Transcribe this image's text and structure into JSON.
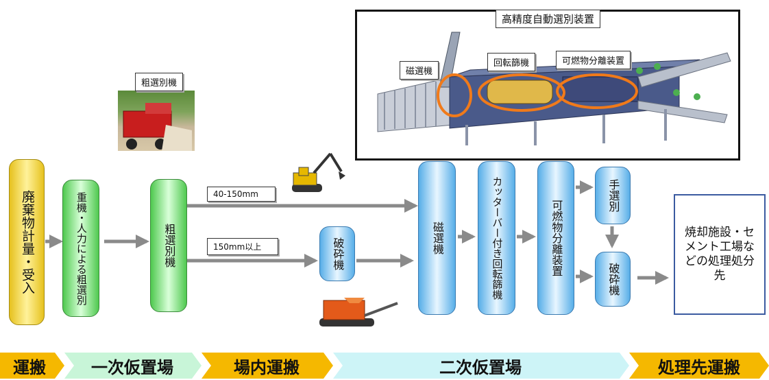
{
  "machine_panel": {
    "title": "高精度自動選別装置",
    "magnet_label": "磁選機",
    "trommel_label": "回転篩機",
    "separator_label": "可燃物分離装置"
  },
  "coarse_photo_label": "粗選別機",
  "flow": {
    "receive": "廃棄物計量・受入",
    "primary_sort": "重機・人力による粗選別",
    "coarse_sort": "粗選別機",
    "route_40_150": "40-150mm",
    "route_150_up": "150mm以上",
    "crusher_1": "破砕機",
    "magnet": "磁選機",
    "cutter_trommel": "カッターバー付き回転篩機",
    "combustible_sep": "可燃物分離装置",
    "hand_sort": "手選別",
    "crusher_2": "破砕機",
    "destination": "焼却施設・セメント工場などの処理処分先"
  },
  "stages": [
    {
      "label": "運搬",
      "color": "#f5b800"
    },
    {
      "label": "一次仮置場",
      "color": "#c8f5d8"
    },
    {
      "label": "場内運搬",
      "color": "#f5b800"
    },
    {
      "label": "二次仮置場",
      "color": "#cdf4f7"
    },
    {
      "label": "処理先運搬",
      "color": "#f5b800"
    }
  ],
  "colors": {
    "arrow": "#888888",
    "highlight": "#f07a1a"
  }
}
